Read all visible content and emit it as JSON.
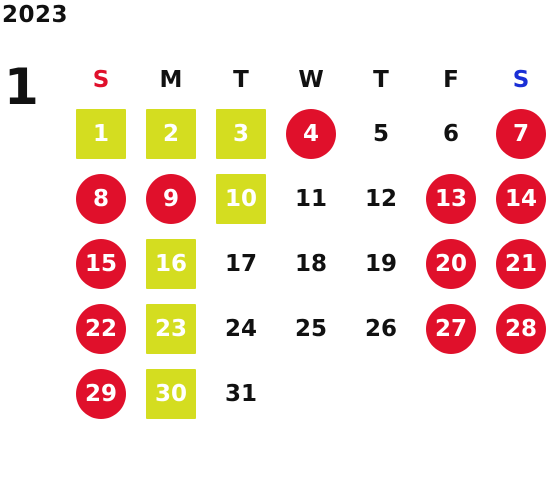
{
  "year": "2023",
  "month": "1",
  "colors": {
    "sunday": "#e0102b",
    "saturday": "#1a2fd6",
    "holiday_circle": "#e0102b",
    "highlight_square": "#d4dd20",
    "text": "#111111"
  },
  "weekdays": [
    {
      "label": "S",
      "color": "#e0102b"
    },
    {
      "label": "M",
      "color": "#111111"
    },
    {
      "label": "T",
      "color": "#111111"
    },
    {
      "label": "W",
      "color": "#111111"
    },
    {
      "label": "T",
      "color": "#111111"
    },
    {
      "label": "F",
      "color": "#111111"
    },
    {
      "label": "S",
      "color": "#1a2fd6"
    }
  ],
  "days": [
    {
      "d": "1",
      "mark": "square"
    },
    {
      "d": "2",
      "mark": "square"
    },
    {
      "d": "3",
      "mark": "square"
    },
    {
      "d": "4",
      "mark": "circle"
    },
    {
      "d": "5",
      "mark": "none"
    },
    {
      "d": "6",
      "mark": "none"
    },
    {
      "d": "7",
      "mark": "circle"
    },
    {
      "d": "8",
      "mark": "circle"
    },
    {
      "d": "9",
      "mark": "circle"
    },
    {
      "d": "10",
      "mark": "square"
    },
    {
      "d": "11",
      "mark": "none"
    },
    {
      "d": "12",
      "mark": "none"
    },
    {
      "d": "13",
      "mark": "circle"
    },
    {
      "d": "14",
      "mark": "circle"
    },
    {
      "d": "15",
      "mark": "circle"
    },
    {
      "d": "16",
      "mark": "square"
    },
    {
      "d": "17",
      "mark": "none"
    },
    {
      "d": "18",
      "mark": "none"
    },
    {
      "d": "19",
      "mark": "none"
    },
    {
      "d": "20",
      "mark": "circle"
    },
    {
      "d": "21",
      "mark": "circle"
    },
    {
      "d": "22",
      "mark": "circle"
    },
    {
      "d": "23",
      "mark": "square"
    },
    {
      "d": "24",
      "mark": "none"
    },
    {
      "d": "25",
      "mark": "none"
    },
    {
      "d": "26",
      "mark": "none"
    },
    {
      "d": "27",
      "mark": "circle"
    },
    {
      "d": "28",
      "mark": "circle"
    },
    {
      "d": "29",
      "mark": "circle"
    },
    {
      "d": "30",
      "mark": "square"
    },
    {
      "d": "31",
      "mark": "none"
    }
  ]
}
